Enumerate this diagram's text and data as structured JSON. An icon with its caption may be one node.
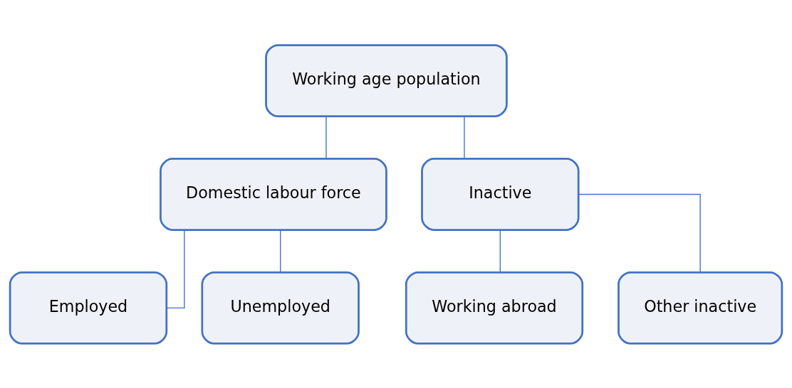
{
  "diagram": {
    "nodes": [
      {
        "text": [
          "Working age population"
        ]
      },
      {
        "text": [
          "Domestic labour force"
        ]
      },
      {
        "text": [
          "Inactive"
        ]
      },
      {
        "text": [
          "Employed"
        ]
      },
      {
        "text": [
          "Unemployed"
        ]
      },
      {
        "text": [
          "Working abroad"
        ]
      },
      {
        "text": [
          "Other inactive"
        ]
      }
    ],
    "edges": [
      {
        "from": 0,
        "to": 1,
        "arrow": "none"
      },
      {
        "from": 0,
        "to": 2,
        "arrow": "none"
      },
      {
        "from": 1,
        "to": 3,
        "arrow": "none"
      },
      {
        "from": 1,
        "to": 4,
        "arrow": "none"
      },
      {
        "from": 2,
        "to": 5,
        "arrow": "none"
      },
      {
        "from": 2,
        "to": 6,
        "arrow": "none"
      }
    ]
  }
}
